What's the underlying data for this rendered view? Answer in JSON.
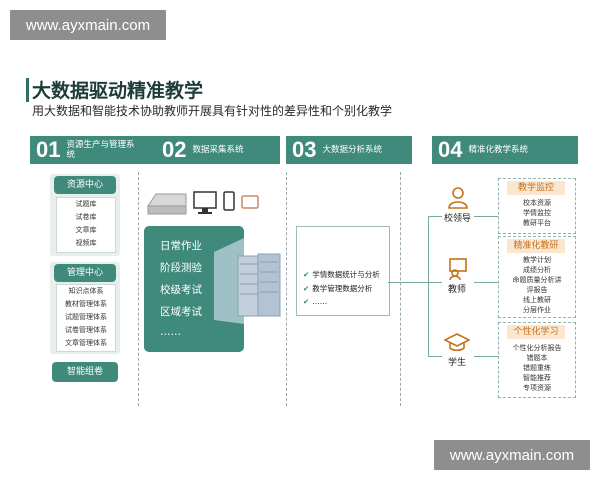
{
  "watermarks": {
    "top": "www.ayxmain.com",
    "bottom": "www.ayxmain.com"
  },
  "title": "大数据驱动精准教学",
  "subtitle": "用大数据和智能技术协助教师开展具有针对性的差异性和个别化教学",
  "columns": [
    {
      "num": "01",
      "label": "资源生产与管理系统"
    },
    {
      "num": "02",
      "label": "数据采集系统"
    },
    {
      "num": "03",
      "label": "大数据分析系统"
    },
    {
      "num": "04",
      "label": "精准化教学系统"
    }
  ],
  "resource_center": {
    "title": "资源中心",
    "items": [
      "试题库",
      "试卷库",
      "文章库",
      "视频库"
    ]
  },
  "management_center": {
    "title": "管理中心",
    "items": [
      "知识点体系",
      "教材管理体系",
      "试题管理体系",
      "试卷管理体系",
      "文章管理体系"
    ]
  },
  "smart_assembly": "智能组卷",
  "collection_items": [
    "日常作业",
    "阶段测验",
    "校级考试",
    "区域考试",
    "……"
  ],
  "analysis_items": [
    "学情数据统计与分析",
    "教学管理数据分析",
    "……"
  ],
  "roles": [
    {
      "label": "校领导",
      "icon": "person-icon"
    },
    {
      "label": "教师",
      "icon": "teacher-icon"
    },
    {
      "label": "学生",
      "icon": "graduation-cap-icon"
    }
  ],
  "results": [
    {
      "title": "教学监控",
      "items": [
        "校本资源",
        "学情监控",
        "教研平台"
      ]
    },
    {
      "title": "精准化教研",
      "items": [
        "教学计划",
        "成绩分析",
        "命题质量分析讲",
        "评报告",
        "线上教研",
        "分层作业"
      ]
    },
    {
      "title": "个性化学习",
      "items": [
        "个性化分析报告",
        "错题本",
        "错题重练",
        "智能推荐",
        "专项资源"
      ]
    }
  ],
  "colors": {
    "accent": "#3f8a7b",
    "orange": "#c6701a"
  }
}
